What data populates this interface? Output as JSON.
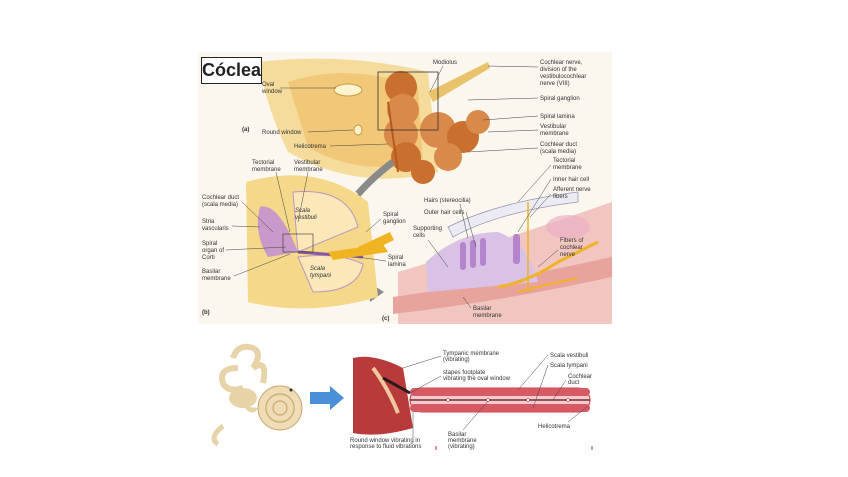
{
  "title": "Cóclea",
  "panel_a": {
    "letter": "(a)",
    "labels": {
      "oval_window": [
        "Oval",
        "window"
      ],
      "round_window": "Round window",
      "helicotrema": "Helicotrema",
      "modiolus": "Modiolus",
      "cochlear_nerve": [
        "Cochlear nerve,",
        "division of the",
        "vestibulocochlear",
        "nerve (VIII)"
      ],
      "spiral_ganglion": "Spiral ganglion",
      "spiral_lamina": "Spiral lamina",
      "vestibular_membrane": [
        "Vestibular",
        "membrane"
      ],
      "cochlear_duct": [
        "Cochlear duct",
        "(scala media)"
      ]
    }
  },
  "panel_b": {
    "letter": "(b)",
    "labels": {
      "tectorial": [
        "Tectorial",
        "membrane"
      ],
      "vestibular": [
        "Vestibular",
        "membrane"
      ],
      "cochlear_duct": [
        "Cochlear duct",
        "(scala media)"
      ],
      "stria": [
        "Stria",
        "vascularis"
      ],
      "spiral_organ": [
        "Spiral",
        "organ of",
        "Corti"
      ],
      "basilar": [
        "Basilar",
        "membrane"
      ],
      "scala_vestibuli": [
        "Scala",
        "vestibuli"
      ],
      "scala_tympani": [
        "Scala",
        "tympani"
      ],
      "spiral_ganglion": [
        "Spiral",
        "ganglion"
      ],
      "spiral_lamina": [
        "Spiral",
        "lamina"
      ]
    }
  },
  "panel_c": {
    "letter": "(c)",
    "labels": {
      "tectorial": [
        "Tectorial",
        "membrane"
      ],
      "inner_hair": "Inner hair cell",
      "afferent": [
        "Afferent nerve",
        "fibers"
      ],
      "hairs": "Hairs (stereocilia)",
      "outer_hair": "Outer hair cells",
      "supporting": [
        "Supporting",
        "cells"
      ],
      "fibers_nerve": [
        "Fibers of",
        "cochlear",
        "nerve"
      ],
      "basilar": [
        "Basilar",
        "membrane"
      ]
    }
  },
  "bottom": {
    "tympanic": [
      "Tympanic membrane",
      "(vibrating)"
    ],
    "stapes": [
      "stapes footplate",
      "vibrating the oval window"
    ],
    "round_window": [
      "Round window vibrating in",
      "response to fluid vibrations"
    ],
    "basilar": [
      "Basilar",
      "membrane",
      "(vibrating)"
    ],
    "scala_vestibuli": "Scala vestibuli",
    "scala_tympani": "Scala tympani",
    "cochlear_duct": [
      "Cochlear",
      "duct"
    ],
    "helicotrema": "Helicotrema"
  },
  "colors": {
    "bone": "#f2d07a",
    "cochlea_orange": "#d98a4a",
    "nerve_yellow": "#f0b322",
    "membrane_purple": "#c9a6d6",
    "tissue_pink": "#e8b4b0",
    "arrow_blue": "#4a90d9",
    "red_vessel": "#c8323a"
  }
}
